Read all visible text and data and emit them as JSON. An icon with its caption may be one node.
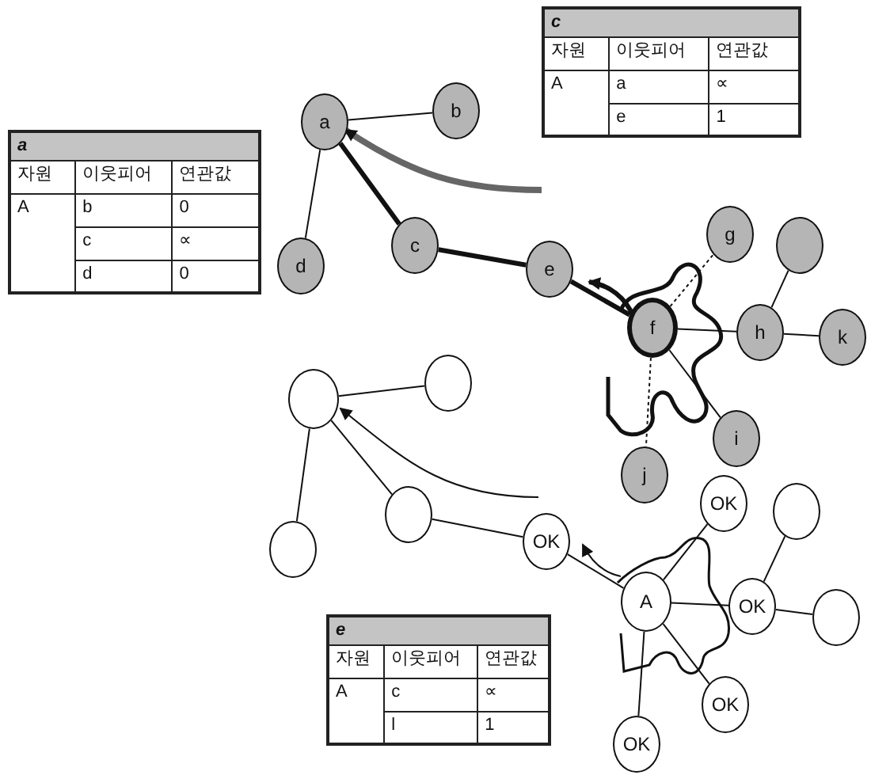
{
  "diagram": {
    "nodes": [
      {
        "text": [
          "a",
          "자원",
          "이웃피어",
          "연관값",
          "A",
          "b",
          "0",
          "c",
          "∝",
          "d",
          "0"
        ]
      },
      {
        "text": [
          "c",
          "자원",
          "이웃피어",
          "연관값",
          "A",
          "a",
          "∝",
          "e",
          "1"
        ]
      },
      {
        "text": [
          "e",
          "자원",
          "이웃피어",
          "연관값",
          "A",
          "c",
          "∝",
          "l",
          "1"
        ]
      },
      {
        "text": [
          "a"
        ]
      },
      {
        "text": [
          "b"
        ]
      },
      {
        "text": [
          "c"
        ]
      },
      {
        "text": [
          "d"
        ]
      },
      {
        "text": [
          "e"
        ]
      },
      {
        "text": [
          "g"
        ]
      },
      {
        "text": [],
        "shape": "circle"
      },
      {
        "text": [
          "f"
        ]
      },
      {
        "text": [
          "h"
        ]
      },
      {
        "text": [
          "k"
        ]
      },
      {
        "text": [
          "i"
        ]
      },
      {
        "text": [
          "j"
        ]
      },
      {
        "text": [],
        "shape": "circle"
      },
      {
        "text": [],
        "shape": "circle"
      },
      {
        "text": [],
        "shape": "circle"
      },
      {
        "text": [],
        "shape": "circle"
      },
      {
        "text": [
          "OK"
        ]
      },
      {
        "text": [],
        "shape": "circle"
      },
      {
        "text": [
          "OK"
        ]
      },
      {
        "text": [
          "A"
        ]
      },
      {
        "text": [
          "OK"
        ]
      },
      {
        "text": [],
        "shape": "circle"
      },
      {
        "text": [
          "OK"
        ]
      },
      {
        "text": [
          "OK"
        ]
      }
    ],
    "edges": [
      {
        "from": 3,
        "to": 4,
        "arrow": "none"
      },
      {
        "from": 3,
        "to": 6,
        "arrow": "none"
      },
      {
        "from": 3,
        "to": 5,
        "arrow": "none",
        "style": "thick"
      },
      {
        "from": 5,
        "to": 7,
        "arrow": "none",
        "style": "thick"
      },
      {
        "from": 7,
        "to": 10,
        "arrow": "none",
        "style": "thick"
      },
      {
        "from": 10,
        "to": 8,
        "arrow": "none",
        "style": "dashed"
      },
      {
        "from": 9,
        "to": 11,
        "arrow": "none"
      },
      {
        "from": 10,
        "to": 11,
        "arrow": "none"
      },
      {
        "from": 11,
        "to": 12,
        "arrow": "none"
      },
      {
        "from": 10,
        "to": 13,
        "arrow": "none"
      },
      {
        "from": 10,
        "to": 14,
        "arrow": "none",
        "style": "dashed"
      },
      {
        "from": 15,
        "to": 16,
        "arrow": "none"
      },
      {
        "from": 15,
        "to": 18,
        "arrow": "none"
      },
      {
        "from": 15,
        "to": 17,
        "arrow": "none"
      },
      {
        "from": 17,
        "to": 21,
        "arrow": "none"
      },
      {
        "from": 21,
        "to": 22,
        "arrow": "none"
      },
      {
        "from": 22,
        "to": 19,
        "arrow": "none"
      },
      {
        "from": 22,
        "to": 23,
        "arrow": "none"
      },
      {
        "from": 23,
        "to": 24,
        "arrow": "none"
      },
      {
        "from": 20,
        "to": 23,
        "arrow": "none"
      },
      {
        "from": 22,
        "to": 25,
        "arrow": "none"
      },
      {
        "from": 22,
        "to": 26,
        "arrow": "none"
      }
    ]
  }
}
